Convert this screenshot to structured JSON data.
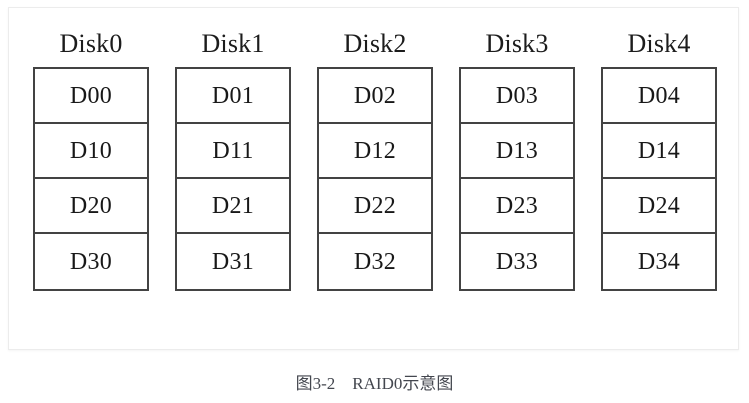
{
  "figure": {
    "caption": "图3-2　RAID0示意图",
    "caption_number": "图3-2",
    "caption_title": "RAID0示意图",
    "border_color": "#ececec",
    "background": "#ffffff"
  },
  "diagram": {
    "type": "raid0-striping",
    "line_color": "#434343",
    "text_color": "#181818",
    "columns": [
      {
        "label": "Disk0",
        "blocks": [
          {
            "label": "D00"
          },
          {
            "label": "D10"
          },
          {
            "label": "D20"
          },
          {
            "label": "D30"
          }
        ]
      },
      {
        "label": "Disk1",
        "blocks": [
          {
            "label": "D01"
          },
          {
            "label": "D11"
          },
          {
            "label": "D21"
          },
          {
            "label": "D31"
          }
        ]
      },
      {
        "label": "Disk2",
        "blocks": [
          {
            "label": "D02"
          },
          {
            "label": "D12"
          },
          {
            "label": "D22"
          },
          {
            "label": "D32"
          }
        ]
      },
      {
        "label": "Disk3",
        "blocks": [
          {
            "label": "D03"
          },
          {
            "label": "D13"
          },
          {
            "label": "D23"
          },
          {
            "label": "D33"
          }
        ]
      },
      {
        "label": "Disk4",
        "blocks": [
          {
            "label": "D04"
          },
          {
            "label": "D14"
          },
          {
            "label": "D24"
          },
          {
            "label": "D34"
          }
        ]
      }
    ]
  }
}
